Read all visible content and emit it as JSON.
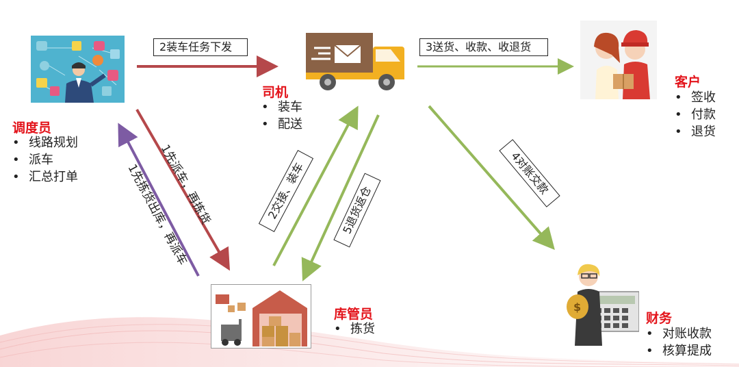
{
  "colors": {
    "red_arrow": "#b5484b",
    "green_arrow": "#95b85a",
    "purple_arrow": "#7d5ba3",
    "role_title": "#e3141b"
  },
  "icons": {
    "dispatcher": "network-person-icon",
    "driver": "delivery-truck-icon",
    "customer": "couple-package-icon",
    "warehouse": "warehouse-icon",
    "finance": "accountant-icon"
  },
  "roles": {
    "dispatcher": {
      "title": "调度员",
      "duties": [
        "线路规划",
        "派车",
        "汇总打单"
      ]
    },
    "driver": {
      "title": "司机",
      "duties": [
        "装车",
        "配送"
      ]
    },
    "customer": {
      "title": "客户",
      "duties": [
        "签收",
        "付款",
        "退货"
      ]
    },
    "warehouse": {
      "title": "库管员",
      "duties": [
        "拣货"
      ]
    },
    "finance": {
      "title": "财务",
      "duties": [
        "对账收款",
        "核算提成"
      ]
    }
  },
  "flows": {
    "loading_task": "2装车任务下发",
    "delivery": "3送货、收款、收退货",
    "dispatch_then_pick": "1先派车，再拣货",
    "pick_then_dispatch": "1先拣货出库，再派车",
    "handover_loading": "2交接、装车",
    "return_to_warehouse": "5退货返仓",
    "reconcile_payment": "4对账交款"
  }
}
